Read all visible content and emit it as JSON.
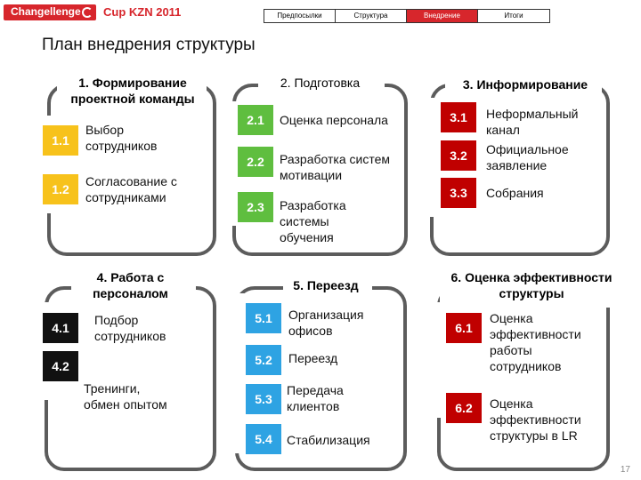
{
  "header": {
    "logo_text": "Changellenge",
    "cup_title": "Cup KZN 2011",
    "nav": [
      "Предпосылки",
      "Структура",
      "Внедрение",
      "Итоги"
    ],
    "active_tab": 2
  },
  "title": "План внедрения структуры",
  "blocks": [
    {
      "heading_lines": [
        "1. Формирование",
        "проектной команды"
      ],
      "color": "yellow",
      "items": [
        {
          "num": "1.1",
          "lines": [
            "Выбор",
            "сотрудников"
          ]
        },
        {
          "num": "1.2",
          "lines": [
            "Согласование с",
            "сотрудниками"
          ]
        }
      ]
    },
    {
      "heading_lines": [
        "2. Подготовка"
      ],
      "color": "green",
      "items": [
        {
          "num": "2.1",
          "lines": [
            "Оценка персонала"
          ]
        },
        {
          "num": "2.2",
          "lines": [
            "Разработка систем",
            "мотивации"
          ]
        },
        {
          "num": "2.3",
          "lines": [
            "Разработка",
            "системы",
            "обучения"
          ]
        }
      ]
    },
    {
      "heading_lines": [
        "3. Информирование"
      ],
      "color": "red",
      "items": [
        {
          "num": "3.1",
          "lines": [
            "Неформальный",
            "канал"
          ]
        },
        {
          "num": "3.2",
          "lines": [
            "Официальное",
            "заявление"
          ]
        },
        {
          "num": "3.3",
          "lines": [
            "Собрания"
          ]
        }
      ]
    },
    {
      "heading_lines": [
        "4. Работа с",
        "персоналом"
      ],
      "color": "black",
      "items": [
        {
          "num": "4.1",
          "lines": [
            "Подбор",
            "сотрудников"
          ]
        },
        {
          "num": "4.2",
          "lines": [
            "Тренинги,",
            "обмен опытом"
          ]
        }
      ]
    },
    {
      "heading_lines": [
        "5. Переезд"
      ],
      "color": "blue",
      "items": [
        {
          "num": "5.1",
          "lines": [
            "Организация",
            "офисов"
          ]
        },
        {
          "num": "5.2",
          "lines": [
            "Переезд"
          ]
        },
        {
          "num": "5.3",
          "lines": [
            "Передача",
            "клиентов"
          ]
        },
        {
          "num": "5.4",
          "lines": [
            "Стабилизация"
          ]
        }
      ]
    },
    {
      "heading_lines": [
        "6. Оценка эффективности",
        "структуры"
      ],
      "color": "red",
      "items": [
        {
          "num": "6.1",
          "lines": [
            "Оценка",
            "эффективности",
            "работы",
            "сотрудников"
          ]
        },
        {
          "num": "6.2",
          "lines": [
            "Оценка",
            "эффективности",
            "структуры в LR"
          ]
        }
      ]
    }
  ],
  "page_number": "17"
}
